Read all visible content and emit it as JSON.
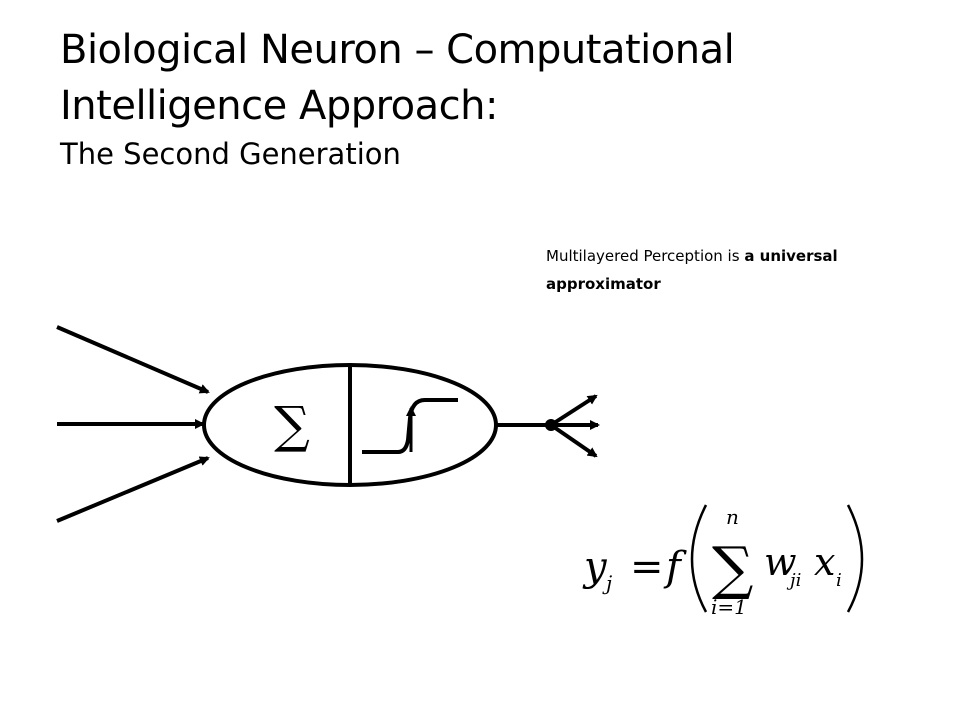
{
  "title": {
    "line1": "Biological Neuron – Computational",
    "line2": "Intelligence Approach:",
    "subtitle": "The Second Generation"
  },
  "note": {
    "part1": "Multilayered Perception is ",
    "part2": "a universal approximator"
  },
  "diagram": {
    "sum_symbol": "∑",
    "input_count": 3,
    "output_count": 3
  },
  "formula": {
    "lhs": "y",
    "lhs_sub": "j",
    "equals": "=",
    "func": "f",
    "sum_symbol": "∑",
    "upper_limit": "n",
    "lower_limit": "i=1",
    "weight": "w",
    "weight_sub": "ji",
    "input": "x",
    "input_sub": "i"
  }
}
